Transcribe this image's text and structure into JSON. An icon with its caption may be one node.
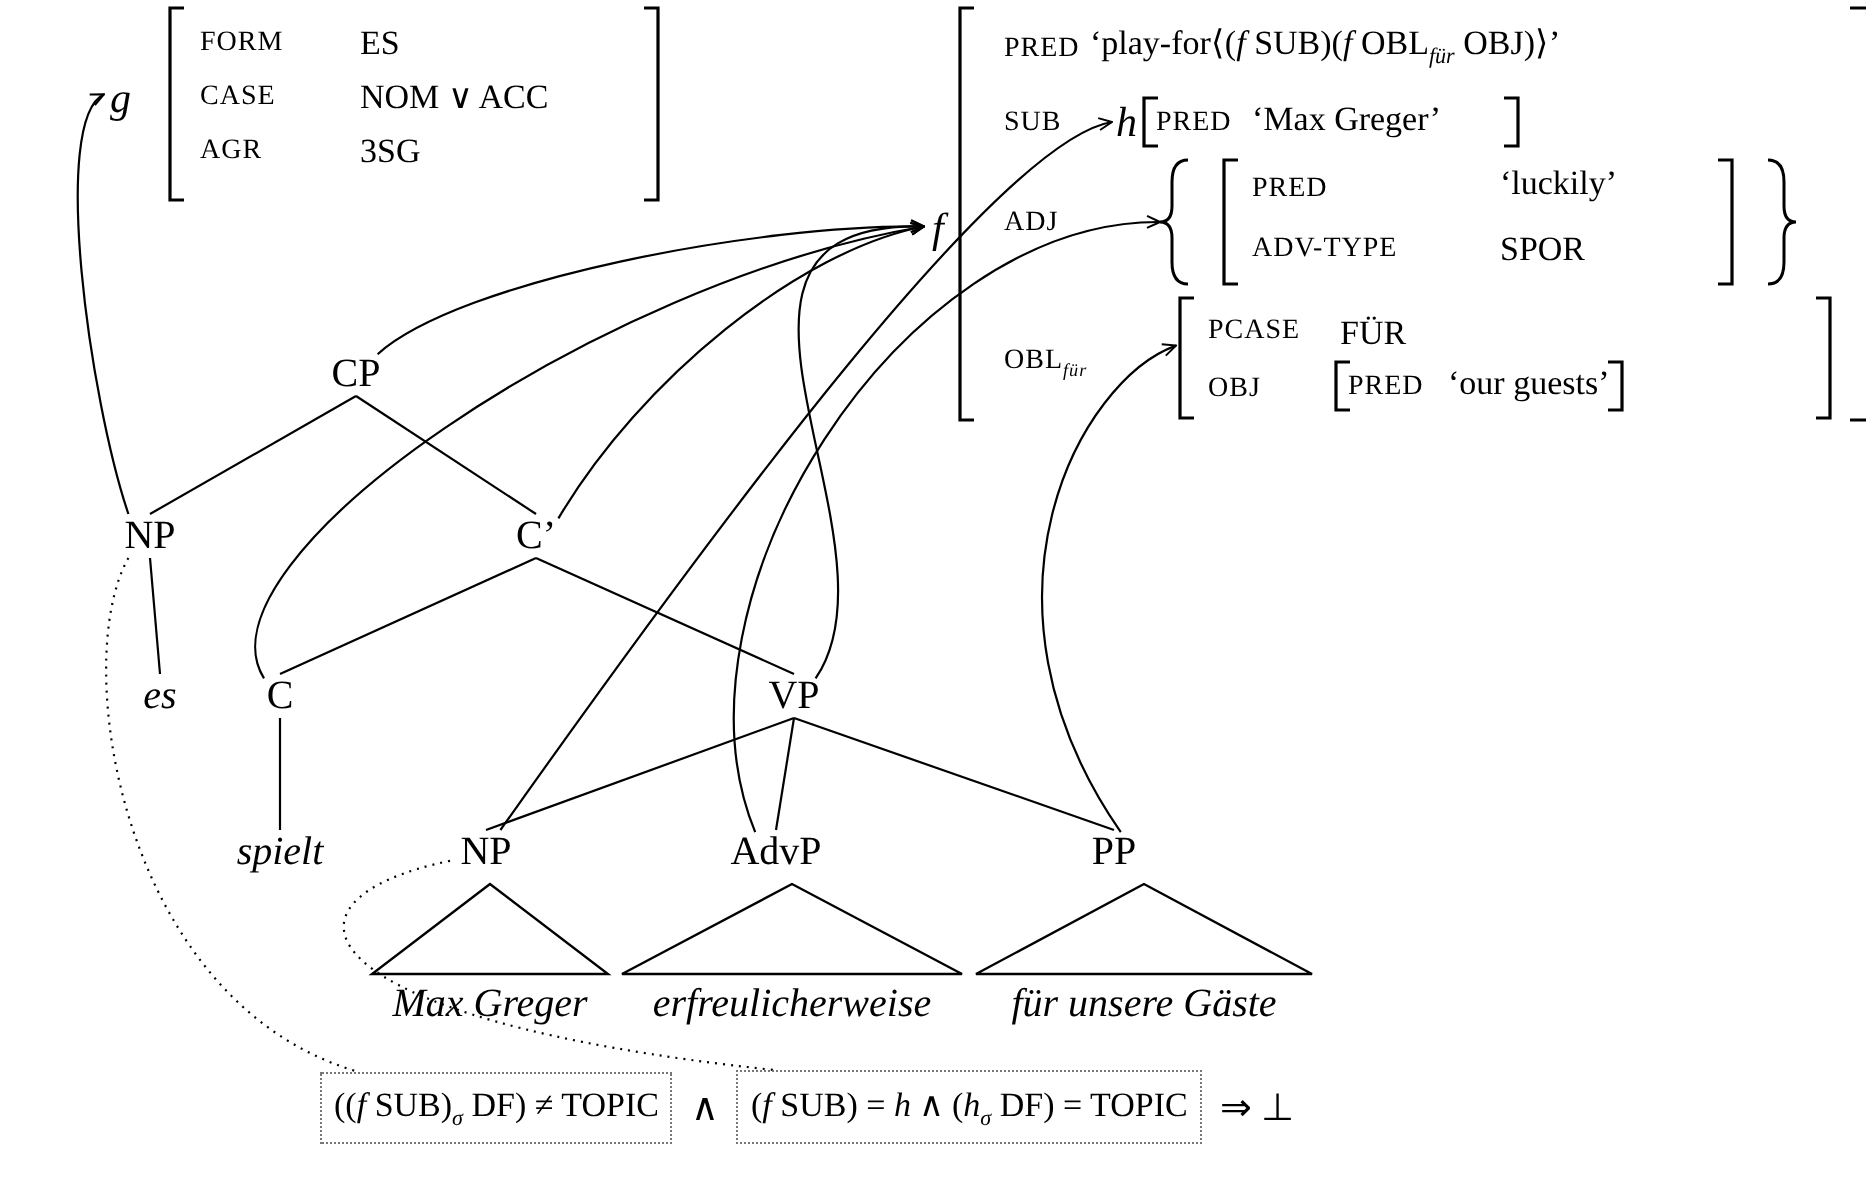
{
  "diagram": {
    "nodes": [
      {
        "text": [
          "g",
          "FORM",
          "ES",
          "CASE",
          "NOM ∨ ACC",
          "AGR",
          "3SG"
        ]
      },
      {
        "text": [
          "f",
          "PRED",
          "‘play-for⟨(*f* SUB)(*f* OBL$_{für}$ OBJ)⟩’",
          "SUB",
          "ADJ",
          "OBL$_{für}$"
        ]
      },
      {
        "text": [
          "h",
          "PRED",
          "‘Max Greger’"
        ],
        "in": 1
      },
      {
        "text": [
          "PRED",
          "‘luckily’",
          "ADV-TYPE",
          "SPOR"
        ],
        "in": 1
      },
      {
        "text": [
          "PCASE",
          "FÜR",
          "OBJ"
        ],
        "in": 1
      },
      {
        "text": [
          "PRED",
          "‘our guests’"
        ],
        "in": 4
      },
      {
        "text": [
          "CP"
        ]
      },
      {
        "text": [
          "NP"
        ]
      },
      {
        "text": [
          "C’"
        ]
      },
      {
        "text": [
          "es"
        ]
      },
      {
        "text": [
          "C"
        ]
      },
      {
        "text": [
          "VP"
        ]
      },
      {
        "text": [
          "spielt"
        ]
      },
      {
        "text": [
          "NP"
        ]
      },
      {
        "text": [
          "AdvP"
        ]
      },
      {
        "text": [
          "PP"
        ]
      },
      {
        "text": [
          "Max Greger"
        ]
      },
      {
        "text": [
          "erfreulicherweise"
        ]
      },
      {
        "text": [
          "für unsere Gäste"
        ]
      },
      {
        "text": [
          "((*f* SUB)$_{σ}$ DF) ≠ TOPIC"
        ]
      },
      {
        "text": [
          "(*f* SUB) = *h* ∧ (*h*$_{σ}$ DF) = TOPIC"
        ]
      }
    ],
    "edges": [
      {
        "from": 6,
        "to": 7,
        "arrow": "none"
      },
      {
        "from": 6,
        "to": 8,
        "arrow": "none"
      },
      {
        "from": 7,
        "to": 9,
        "arrow": "none"
      },
      {
        "from": 8,
        "to": 10,
        "arrow": "none"
      },
      {
        "from": 8,
        "to": 11,
        "arrow": "none"
      },
      {
        "from": 10,
        "to": 12,
        "arrow": "none"
      },
      {
        "from": 11,
        "to": 13,
        "arrow": "none"
      },
      {
        "from": 11,
        "to": 14,
        "arrow": "none"
      },
      {
        "from": 11,
        "to": 15,
        "arrow": "none"
      },
      {
        "from": 7,
        "to": 0,
        "arrow": "to"
      },
      {
        "from": 6,
        "to": 1,
        "arrow": "to"
      },
      {
        "from": 10,
        "to": 1,
        "arrow": "to"
      },
      {
        "from": 8,
        "to": 1,
        "arrow": "to"
      },
      {
        "from": 11,
        "to": 1,
        "arrow": "to"
      },
      {
        "from": 13,
        "to": 2,
        "arrow": "to"
      },
      {
        "from": 14,
        "to": 3,
        "arrow": "to"
      },
      {
        "from": 15,
        "to": 4,
        "arrow": "to"
      },
      {
        "from": 7,
        "to": 19,
        "arrow": "none",
        "style": "dashed"
      },
      {
        "from": 13,
        "to": 20,
        "arrow": "none",
        "style": "dashed"
      }
    ],
    "labels": [
      "∧",
      "⇒ ⊥"
    ]
  }
}
